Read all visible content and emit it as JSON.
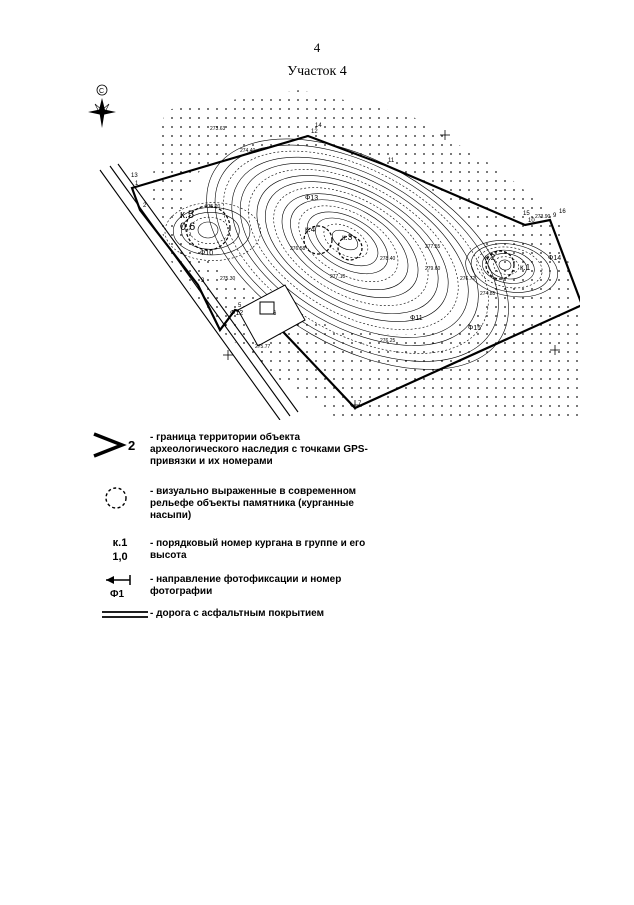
{
  "page": {
    "number": "4",
    "title": "Участок 4"
  },
  "compass": {
    "icon": "compass-rose-icon",
    "north_label": "С"
  },
  "map": {
    "point_labels": [
      "1",
      "2",
      "3",
      "4",
      "5",
      "6",
      "7",
      "8",
      "9",
      "10",
      "11",
      "12",
      "13",
      "14",
      "15",
      "16",
      "17"
    ],
    "mound_labels": [
      {
        "number": "к.5",
        "height": "0,6"
      },
      {
        "number": "к.4",
        "height": ""
      },
      {
        "number": "к.3",
        "height": ""
      },
      {
        "number": "к.2",
        "height": ""
      },
      {
        "number": "к.1",
        "height": ""
      }
    ],
    "photo_labels": [
      "Ф10",
      "Ф11",
      "Ф12",
      "Ф13",
      "Ф14",
      "Ф15"
    ],
    "elevation_labels": [
      "273.63",
      "274.40",
      "275.20",
      "276.58",
      "277.10",
      "278.40",
      "279.60",
      "275.30",
      "276.72",
      "274.85",
      "273.90",
      "275.77",
      "276.25",
      "277.55"
    ],
    "colors": {
      "ink": "#000000",
      "paper": "#ffffff"
    }
  },
  "legend": {
    "boundary": {
      "marker": "2",
      "text": "- граница территории объекта археологического наследия с точками GPS-привязки и их номерами"
    },
    "mounds": {
      "text": "- визуально выраженные в современном рельефе объекты памятника (курганные насыпи)"
    },
    "kurgan_number": {
      "label_top": "к.1",
      "label_bottom": "1,0",
      "text": "- порядковый номер кургана в группе и его высота"
    },
    "photo": {
      "label": "Ф1",
      "text": "- направление фотофиксации и номер фотографии"
    },
    "road": {
      "text": "- дорога с асфальтным покрытием"
    }
  }
}
